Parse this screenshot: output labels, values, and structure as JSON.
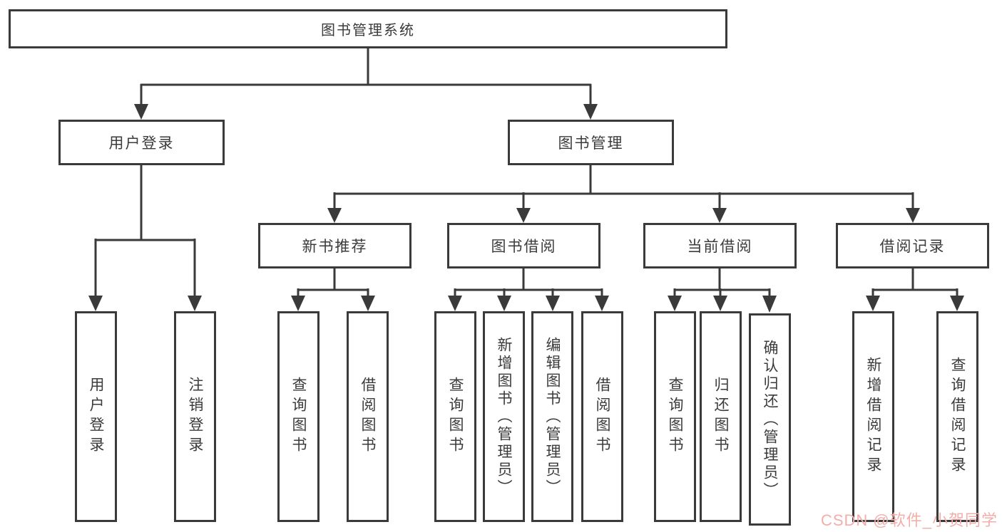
{
  "diagram": {
    "root": "图书管理系统",
    "level2": [
      "用户登录",
      "图书管理"
    ],
    "level3": [
      "新书推荐",
      "图书借阅",
      "当前借阅",
      "借阅记录"
    ],
    "user_login_children": [
      "用户登录",
      "注销登录"
    ],
    "new_book_children": [
      "查询图书",
      "借阅图书"
    ],
    "book_borrow_children": [
      "查询图书",
      "新增图书（管理员）",
      "编辑图书（管理员）",
      "借阅图书"
    ],
    "current_borrow_children": [
      "查询图书",
      "归还图书",
      "确认归还（管理员）"
    ],
    "borrow_record_children": [
      "新增借阅记录",
      "查询借阅记录"
    ]
  },
  "watermark": "CSDN @软件_小贺同学",
  "colors": {
    "line": "#3a3a3a",
    "border": "#3a3a3a",
    "text": "#3b3b3b",
    "watermark": "#f2aeaa",
    "background": "#ffffff"
  }
}
